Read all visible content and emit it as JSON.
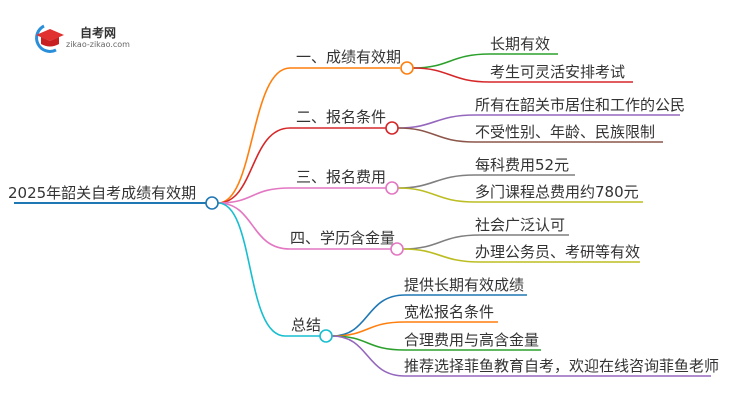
{
  "logo": {
    "title": "自考网",
    "url": "zikao-zikao.com"
  },
  "root": "2025年韶关自考成绩有效期",
  "colors": {
    "root": "#1f77b4",
    "b1": "#ff7f0e",
    "b2": "#d62728",
    "b3": "#e377c2",
    "b4": "#e377c2",
    "b5": "#17becf"
  },
  "branches": [
    {
      "label": "一、成绩有效期",
      "children": [
        "长期有效",
        "考生可灵活安排考试"
      ]
    },
    {
      "label": "二、报名条件",
      "children": [
        "所有在韶关市居住和工作的公民",
        "不受性别、年龄、民族限制"
      ]
    },
    {
      "label": "三、报名费用",
      "children": [
        "每科费用52元",
        "多门课程总费用约780元"
      ]
    },
    {
      "label": "四、学历含金量",
      "children": [
        "社会广泛认可",
        "办理公务员、考研等有效"
      ]
    },
    {
      "label": "总结",
      "children": [
        "提供长期有效成绩",
        "宽松报名条件",
        "合理费用与高含金量",
        "推荐选择菲鱼教育自考，欢迎在线咨询菲鱼老师"
      ]
    }
  ]
}
